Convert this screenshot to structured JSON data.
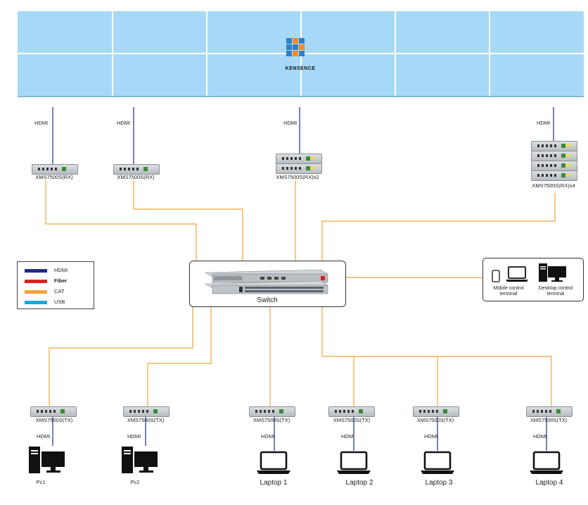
{
  "brand": "KENSENCE",
  "colors": {
    "hdmi": "#1f2a8a",
    "fiber": "#e02020",
    "cat": "#f4a23a",
    "usb": "#1aa8e0",
    "wall": "#a6d9f7"
  },
  "legend": [
    {
      "label": "HDMI",
      "color_key": "hdmi"
    },
    {
      "label": "Fiber",
      "color_key": "fiber"
    },
    {
      "label": "CAT",
      "color_key": "cat"
    },
    {
      "label": "USB",
      "color_key": "usb"
    }
  ],
  "switch": {
    "label": "Switch"
  },
  "control": {
    "mobile": [
      "Mobile control",
      "terminal"
    ],
    "desktop": [
      "Desktop control",
      "terminal"
    ]
  },
  "hdmi_label": "HDMI",
  "receivers": [
    {
      "label": "XMS7500S(RX)"
    },
    {
      "label": "XMS7500S(RX)"
    },
    {
      "label": "XMS7500S(RX)x2"
    },
    {
      "label": "XMS7500S(RX)x4"
    }
  ],
  "transmitters": [
    {
      "label": "XMS7500S(TX)",
      "source": "Pc1",
      "kind": "pc"
    },
    {
      "label": "XMS7500S(TX)",
      "source": "Pc2",
      "kind": "pc"
    },
    {
      "label": "XMS7500S(TX)",
      "source": "Laptop 1",
      "kind": "laptop"
    },
    {
      "label": "XMS7500S(TX)",
      "source": "Laptop 2",
      "kind": "laptop"
    },
    {
      "label": "XMS7500S(TX)",
      "source": "Laptop 3",
      "kind": "laptop"
    },
    {
      "label": "XMS7500S(TX)",
      "source": "Laptop 4",
      "kind": "laptop"
    }
  ]
}
